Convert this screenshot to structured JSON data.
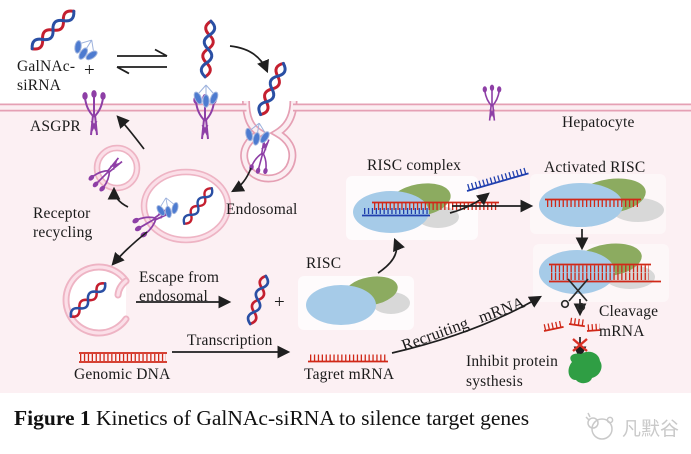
{
  "figure": {
    "caption": {
      "prefix": "Figure 1",
      "text": " Kinetics of GalNAc-siRNA to silence target genes"
    },
    "watermark_text": "凡默谷"
  },
  "diagram": {
    "labels": {
      "galnac_line1": "GalNAc-",
      "galnac_line2": "siRNA",
      "plus_conjugation": "+",
      "asgpr": "ASGPR",
      "hepatocyte": "Hepatocyte",
      "receptor_recycling_line1": "Receptor",
      "receptor_recycling_line2": "recycling",
      "endosomal": "Endosomal",
      "escape_line1": "Escape from",
      "escape_line2": "endosomal",
      "plus_escape": "+",
      "risc": "RISC",
      "risc_complex": "RISC complex",
      "activated_risc": "Activated RISC",
      "recruiting_mrna": "Recruiting mRNA",
      "transcription": "Transcription",
      "genomic_dna": "Genomic DNA",
      "target_mrna": "Tagret mRNA",
      "cleavage_line1": "Cleavage",
      "cleavage_line2": "mRNA",
      "inhibit_line1": "Inhibit protein",
      "inhibit_line2": "systhesis"
    },
    "colors": {
      "membrane_pink": "#e5a0b4",
      "cell_fill": "#fcf0f3",
      "sirna_red": "#c41f2f",
      "sirna_blue": "#2a4fa4",
      "galnac_blue": "#4d7bd0",
      "receptor_purple": "#8e3fa6",
      "risc_blue": "#a6cbe8",
      "risc_green": "#8cab60",
      "risc_gray": "#d8d8d8",
      "mrna_red": "#d02818",
      "protein_green": "#2f9e44",
      "inhibit_x_red": "#d93025",
      "text": "#1b1b1b",
      "watermark_gray": "#c9c9c9"
    }
  }
}
